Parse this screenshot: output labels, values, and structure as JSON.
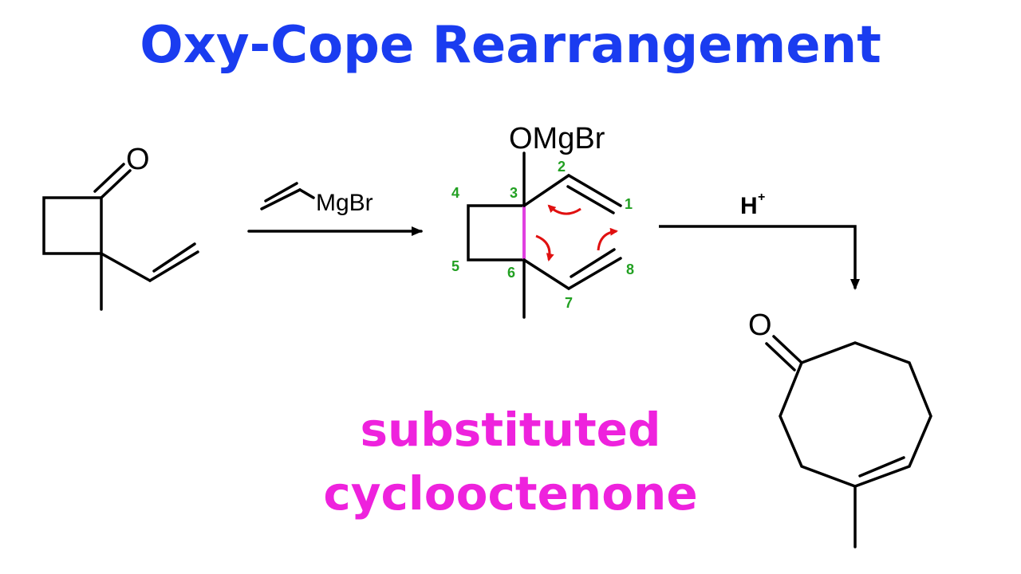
{
  "title": "Oxy-Cope Rearrangement",
  "reactant": {
    "carbonyl_o": "O"
  },
  "reagent": {
    "label": "MgBr"
  },
  "intermediate": {
    "substituent": "OMgBr",
    "atom_numbers": [
      "1",
      "2",
      "3",
      "4",
      "5",
      "6",
      "7",
      "8"
    ]
  },
  "acid": {
    "symbol": "H",
    "charge": "+"
  },
  "product": {
    "carbonyl_o": "O"
  },
  "caption": {
    "line1": "substituted",
    "line2": "cyclooctenone"
  },
  "colors": {
    "title": "#1a3cf0",
    "caption": "#ee22dd",
    "atom_numbers": "#22a022",
    "arrows_electron": "#e01010",
    "sigma_bond": "#e040e0"
  }
}
